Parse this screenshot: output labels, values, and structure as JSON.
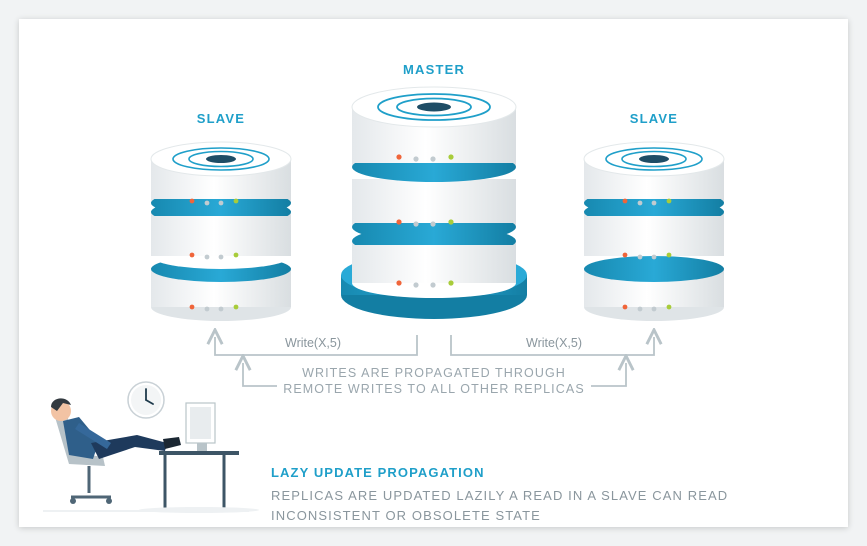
{
  "labels": {
    "left_slave": "SLAVE",
    "master": "MASTER",
    "right_slave": "SLAVE"
  },
  "writes": {
    "left": "Write(X,5)",
    "right": "Write(X,5)"
  },
  "propagation_note": {
    "line1": "WRITES ARE PROPAGATED THROUGH",
    "line2": "REMOTE WRITES TO ALL OTHER REPLICAS"
  },
  "caption": {
    "title": "LAZY UPDATE PROPAGATION",
    "body": "REPLICAS ARE UPDATED LAZILY A READ IN A SLAVE CAN READ INCONSISTENT OR OBSOLETE STATE"
  },
  "colors": {
    "accent": "#1f9fc9",
    "arrow": "#b9c4c9",
    "led_red": "#f0653a",
    "led_grey": "#c2cbd0",
    "led_green": "#a8cc3a",
    "disk_core": "#1e4d66"
  },
  "icons": [
    "database-server",
    "wall-clock",
    "person-at-desk",
    "computer-monitor"
  ]
}
